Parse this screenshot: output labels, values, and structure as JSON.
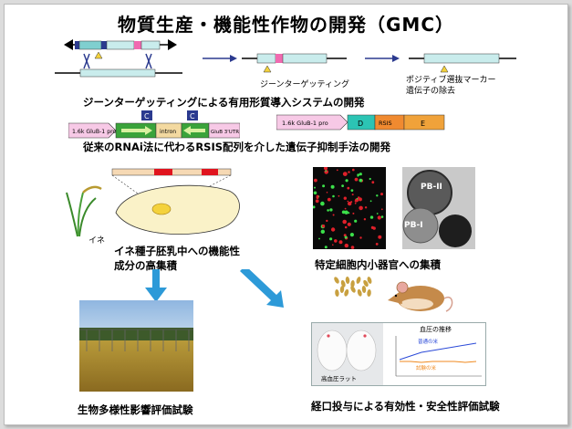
{
  "title": "物質生産・機能性作物の開発（GMC）",
  "gene_targeting": {
    "step2_label": "ジーンターゲッティング",
    "step3_label_line1": "ポジティブ選抜マーカー",
    "step3_label_line2": "遺伝子の除去",
    "caption": "ジーンターゲッティングによる有用形質導入システムの開発"
  },
  "rnai": {
    "construct1": {
      "promoter": "1.6k GluB-1 pro",
      "intron": "intron",
      "utr": "GluB 3'UTR",
      "marker1": "C",
      "marker2": "C"
    },
    "construct2": {
      "promoter": "1.6k GluB-1 pro",
      "seg_d": "D",
      "seg_rsis": "RSIS",
      "seg_e": "E"
    },
    "caption": "従来のRNAi法に代わるRSIS配列を介した遺伝子抑制手法の開発"
  },
  "endosperm": {
    "plant_label": "イネ",
    "caption_line1": "イネ種子胚乳中への機能性",
    "caption_line2": "成分の高集積"
  },
  "organelle": {
    "pb2_label": "PB-II",
    "pb1_label": "PB-I",
    "caption": "特定細胞内小器官への集積"
  },
  "field": {
    "caption": "生物多様性影響評価試験"
  },
  "oral": {
    "rat_label": "高血圧ラット",
    "graph_title": "血圧の推移",
    "series_normal": "普通の米",
    "series_test": "試験の米",
    "caption": "経口投与による有効性・安全性評価試験"
  },
  "colors": {
    "teal": "#7fcfcf",
    "pink": "#f06ab0",
    "navy": "#2b3a8f",
    "arrow_blue": "#2d9ad8",
    "red": "#e0141e",
    "yellow": "#f4d23c"
  }
}
